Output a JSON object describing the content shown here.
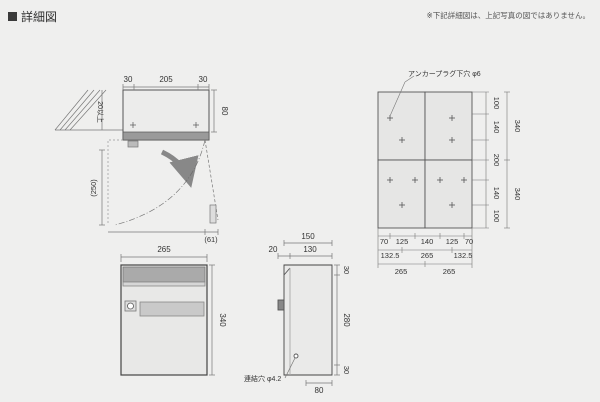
{
  "header": {
    "title": "詳細図",
    "note": "※下記詳細図は、上記写真の図ではありません。"
  },
  "top_view": {
    "dims_top": [
      "30",
      "205",
      "30"
    ],
    "dim_right": "80",
    "dim_wall": "20以上",
    "dim_left": "(250)",
    "dim_bottom": "(61)"
  },
  "front_view": {
    "width": "265",
    "height": "340"
  },
  "side_view": {
    "top_overall": "150",
    "top_parts": [
      "20",
      "130"
    ],
    "right_parts": [
      "30",
      "280",
      "30"
    ],
    "bottom": "80",
    "hole_label": "連結穴 φ4.2"
  },
  "back_view": {
    "anchor_label": "アンカープラグ下穴 φ6",
    "right_inner": [
      "100",
      "140",
      "200",
      "140",
      "100"
    ],
    "right_outer": [
      "340",
      "340"
    ],
    "bottom_row1": [
      "70",
      "125",
      "140",
      "125",
      "70"
    ],
    "bottom_row2": [
      "132.5",
      "265",
      "132.5"
    ],
    "bottom_row3": [
      "265",
      "265"
    ]
  }
}
